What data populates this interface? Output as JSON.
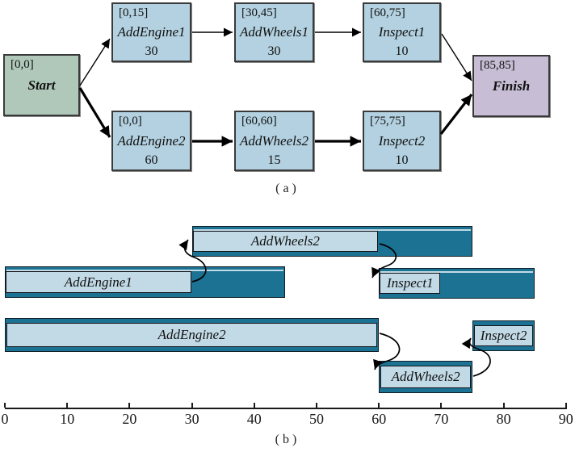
{
  "figure": {
    "caption_a": "(a)",
    "caption_b": "(b)"
  },
  "colors": {
    "activity_fill": "#b3d1e0",
    "start_fill": "#b0c8ba",
    "finish_fill": "#c7bdd5",
    "gantt_dark": "#1b7293",
    "gantt_light": "#c2dae6",
    "border": "#3a3a3a",
    "arrow": "#000000"
  },
  "network": {
    "nodes": [
      {
        "window": "[0,0]",
        "name": "Start"
      },
      {
        "window": "[0,15]",
        "name": "AddEngine1",
        "duration": "30"
      },
      {
        "window": "[30,45]",
        "name": "AddWheels1",
        "duration": "30"
      },
      {
        "window": "[60,75]",
        "name": "Inspect1",
        "duration": "10"
      },
      {
        "window": "[0,0]",
        "name": "AddEngine2",
        "duration": "60"
      },
      {
        "window": "[60,60]",
        "name": "AddWheels2",
        "duration": "15"
      },
      {
        "window": "[75,75]",
        "name": "Inspect2",
        "duration": "10"
      },
      {
        "window": "[85,85]",
        "name": "Finish"
      }
    ],
    "edges": [
      {
        "from": "Start",
        "to": "AddEngine1",
        "critical": false
      },
      {
        "from": "Start",
        "to": "AddEngine2",
        "critical": true
      },
      {
        "from": "AddEngine1",
        "to": "AddWheels1",
        "critical": false
      },
      {
        "from": "AddWheels1",
        "to": "Inspect1",
        "critical": false
      },
      {
        "from": "Inspect1",
        "to": "Finish",
        "critical": false
      },
      {
        "from": "AddEngine2",
        "to": "AddWheels2",
        "critical": true
      },
      {
        "from": "AddWheels2",
        "to": "Inspect2",
        "critical": true
      },
      {
        "from": "Inspect2",
        "to": "Finish",
        "critical": true
      }
    ]
  },
  "gantt": {
    "axis_ticks": [
      "0",
      "10",
      "20",
      "30",
      "40",
      "50",
      "60",
      "70",
      "80",
      "90"
    ],
    "axis_range": [
      0,
      90
    ],
    "bars": [
      {
        "label": "AddWheels2",
        "window": [
          30,
          75
        ],
        "active": [
          30,
          60
        ]
      },
      {
        "label": "AddEngine1",
        "window": [
          0,
          45
        ],
        "active": [
          0,
          30
        ]
      },
      {
        "label": "Inspect1",
        "window": [
          60,
          85
        ],
        "active": [
          60,
          70
        ]
      },
      {
        "label": "AddEngine2",
        "window": [
          0,
          60
        ],
        "active": [
          0,
          60
        ]
      },
      {
        "label": "Inspect2",
        "window": [
          75,
          85
        ],
        "active": [
          75,
          85
        ]
      },
      {
        "label": "AddWheels2",
        "window": [
          60,
          75
        ],
        "active": [
          60,
          75
        ]
      }
    ],
    "links": [
      {
        "from": "AddEngine1",
        "to": "AddWheels2"
      },
      {
        "from": "AddWheels2",
        "to": "Inspect1"
      },
      {
        "from": "AddEngine2",
        "to": "AddWheels2"
      },
      {
        "from": "AddWheels2",
        "to": "Inspect2"
      }
    ]
  }
}
